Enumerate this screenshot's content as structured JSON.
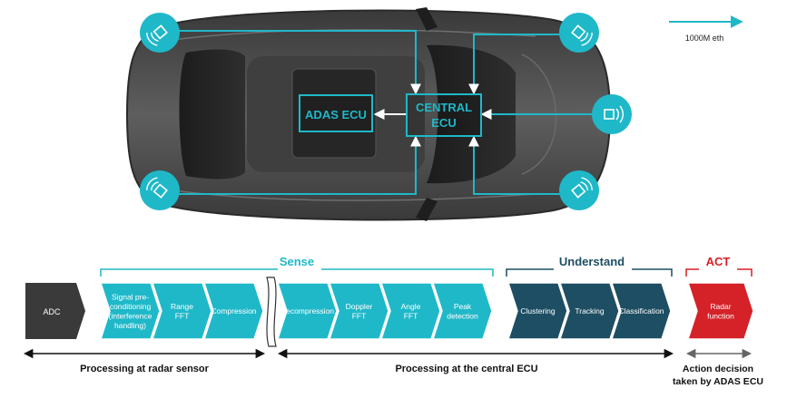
{
  "legend": {
    "label": "1000M eth",
    "color": "#1fb8c9"
  },
  "car": {
    "adas_ecu": "ADAS ECU",
    "central_ecu_line1": "CENTRAL",
    "central_ecu_line2": "ECU"
  },
  "sections": {
    "sense": "Sense",
    "understand": "Understand",
    "act": "ACT"
  },
  "pipeline": {
    "adc": "ADC",
    "sensor_stages": [
      [
        "Signal pre-",
        "conditioning",
        "(interference",
        "handling)"
      ],
      [
        "Range",
        "FFT"
      ],
      [
        "Compression"
      ]
    ],
    "central_sense_stages": [
      [
        "Decompression"
      ],
      [
        "Doppler",
        "FFT"
      ],
      [
        "Angle",
        "FFT"
      ],
      [
        "Peak",
        "detection"
      ]
    ],
    "understand_stages": [
      [
        "Clustering"
      ],
      [
        "Tracking"
      ],
      [
        "Classification"
      ]
    ],
    "act_stages": [
      [
        "Radar",
        "function"
      ]
    ]
  },
  "bottom": {
    "sensor_label": "Processing at radar sensor",
    "central_label": "Processing at the central ECU",
    "act_line1": "Action decision",
    "act_line2": "taken by ADAS ECU"
  },
  "colors": {
    "teal": "#1fb8c9",
    "dark_teal": "#1d4e63",
    "red": "#d52128",
    "adc": "#3a3a3a",
    "car_body": "#4a4a4a"
  }
}
